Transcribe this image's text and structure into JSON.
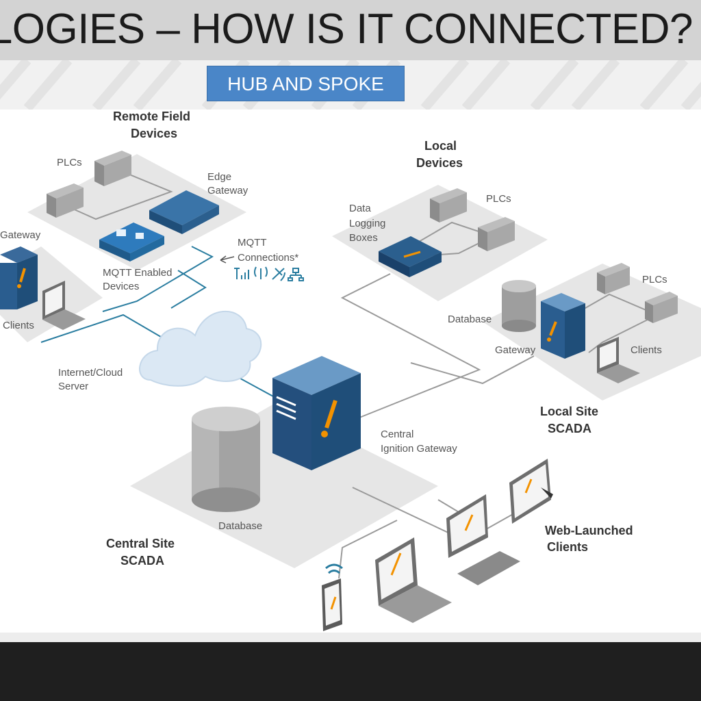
{
  "slide": {
    "title": "OLOGIES – HOW IS IT CONNECTED?",
    "subtitle_box": "HUB AND SPOKE"
  },
  "diagram": {
    "remote_field": {
      "title_line1": "Remote Field",
      "title_line2": "Devices",
      "plcs": "PLCs",
      "edge_line1": "Edge",
      "edge_line2": "Gateway",
      "mqtt_devices_line1": "MQTT Enabled",
      "mqtt_devices_line2": "Devices"
    },
    "mqtt": {
      "line1": "MQTT",
      "line2": "Connections*"
    },
    "left_site": {
      "gateway": "Gateway",
      "clients": "Clients"
    },
    "cloud": {
      "line1": "Internet/Cloud",
      "line2": "Server"
    },
    "local_devices": {
      "title_line1": "Local",
      "title_line2": "Devices",
      "plcs": "PLCs",
      "dlb_line1": "Data",
      "dlb_line2": "Logging",
      "dlb_line3": "Boxes"
    },
    "local_site": {
      "plcs": "PLCs",
      "database": "Database",
      "gateway": "Gateway",
      "clients": "Clients",
      "title_line1": "Local Site",
      "title_line2": "SCADA"
    },
    "central": {
      "gateway_line1": "Central",
      "gateway_line2": "Ignition Gateway",
      "database": "Database",
      "title_line1": "Central Site",
      "title_line2": "SCADA"
    },
    "web_clients": {
      "line1": "Web-Launched",
      "line2": "Clients"
    }
  },
  "colors": {
    "server_blue": "#1f4e79",
    "accent_orange": "#f39200",
    "platform_gray": "#e4e4e4",
    "connection_teal": "#2a7da0",
    "connection_gray": "#9a9a9a"
  }
}
